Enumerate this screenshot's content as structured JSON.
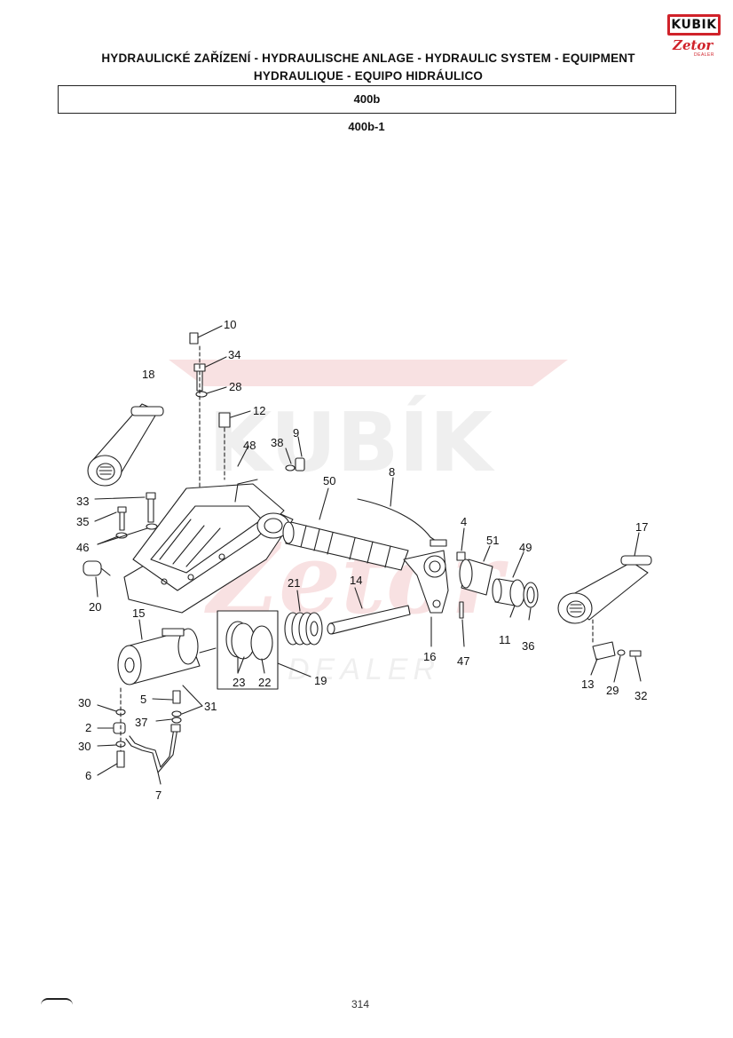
{
  "logo": {
    "brand": "KUBIK",
    "sub": "Zetor",
    "tag": "DEALER"
  },
  "header": {
    "title_line1": "HYDRAULICKÉ ZAŘÍZENÍ - HYDRAULISCHE ANLAGE - HYDRAULIC SYSTEM - EQUIPMENT",
    "title_line2": "HYDRAULIQUE - EQUIPO HIDRÁULICO",
    "section_code": "400b",
    "subsection_code": "400b-1"
  },
  "watermark": {
    "brand": "KUBÍK",
    "sub": "Zetor",
    "tag": "DEALER"
  },
  "callouts": {
    "c10": "10",
    "c34": "34",
    "c28": "28",
    "c12": "12",
    "c18": "18",
    "c48": "48",
    "c38": "38",
    "c9": "9",
    "c50": "50",
    "c8": "8",
    "c33": "33",
    "c35": "35",
    "c46": "46",
    "c4": "4",
    "c51": "51",
    "c49": "49",
    "c17": "17",
    "c20": "20",
    "c21": "21",
    "c14": "14",
    "c15": "15",
    "c16": "16",
    "c47": "47",
    "c11": "11",
    "c36": "36",
    "c23": "23",
    "c22": "22",
    "c19": "19",
    "c13": "13",
    "c29": "29",
    "c32": "32",
    "c30a": "30",
    "c5": "5",
    "c31": "31",
    "c37": "37",
    "c2": "2",
    "c30b": "30",
    "c6": "6",
    "c7": "7"
  },
  "footer": {
    "page_number": "314"
  }
}
